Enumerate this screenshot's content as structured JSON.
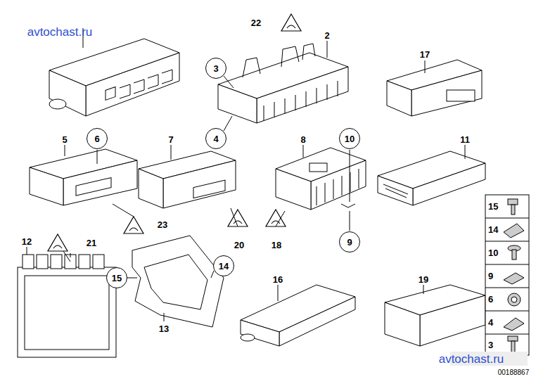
{
  "diagram": {
    "nodes": [
      {
        "text": [
          "3"
        ]
      },
      {
        "text": [
          "4"
        ]
      },
      {
        "text": [
          "6"
        ]
      },
      {
        "text": [
          "10"
        ]
      },
      {
        "text": [
          "15"
        ]
      },
      {
        "text": [
          "14"
        ]
      },
      {
        "text": [
          "10"
        ]
      },
      {
        "text": [
          "9"
        ]
      },
      {
        "text": [
          "9"
        ]
      },
      {
        "text": [
          "14"
        ]
      },
      {
        "text": [
          "15"
        ]
      },
      {
        "text": [
          "6"
        ]
      },
      {
        "text": [
          "4"
        ]
      },
      {
        "text": [
          "3"
        ]
      }
    ],
    "labels": [
      "avtochast.ru",
      "22",
      "2",
      "17",
      "5",
      "7",
      "8",
      "11",
      "12",
      "21",
      "23",
      "20",
      "18",
      "13",
      "16",
      "19",
      "avtochast.ru",
      "00188867"
    ]
  }
}
